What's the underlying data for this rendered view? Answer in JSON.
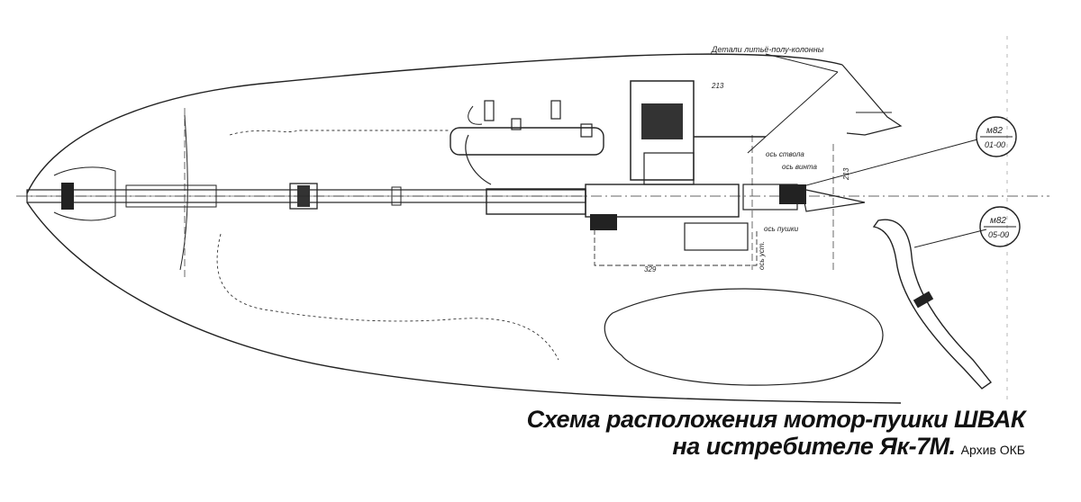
{
  "caption": {
    "line1": "Схема расположения мотор-пушки ШВАК",
    "line2": "на истребителе Як-7М.",
    "source": "Архив ОКБ"
  },
  "labels": {
    "top_callout": "Детали литьё-полу-колонны",
    "axis_barrel": "ось ствола",
    "axis_shaft": "ось винта",
    "axis_gun": "ось пушки",
    "ref_1_top": "м82",
    "ref_1_bottom": "01-00",
    "ref_2_top": "м82",
    "ref_2_bottom": "05-00",
    "dim_a": "213",
    "dim_b": "329",
    "dim_c": "213",
    "dim_d": "ось уст."
  }
}
